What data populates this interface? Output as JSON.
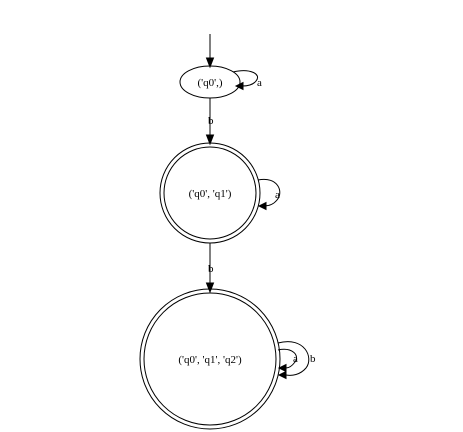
{
  "states": [
    {
      "id": "s0",
      "label": "('q0',)",
      "accepting": false
    },
    {
      "id": "s1",
      "label": "('q0', 'q1')",
      "accepting": true
    },
    {
      "id": "s2",
      "label": "('q0', 'q1', 'q2')",
      "accepting": true
    }
  ],
  "start_state": "s0",
  "transitions": [
    {
      "from": "s0",
      "to": "s0",
      "label": "a"
    },
    {
      "from": "s0",
      "to": "s1",
      "label": "b"
    },
    {
      "from": "s1",
      "to": "s1",
      "label": "a"
    },
    {
      "from": "s1",
      "to": "s2",
      "label": "b"
    },
    {
      "from": "s2",
      "to": "s2",
      "label": "a"
    },
    {
      "from": "s2",
      "to": "s2",
      "label": "b"
    }
  ]
}
